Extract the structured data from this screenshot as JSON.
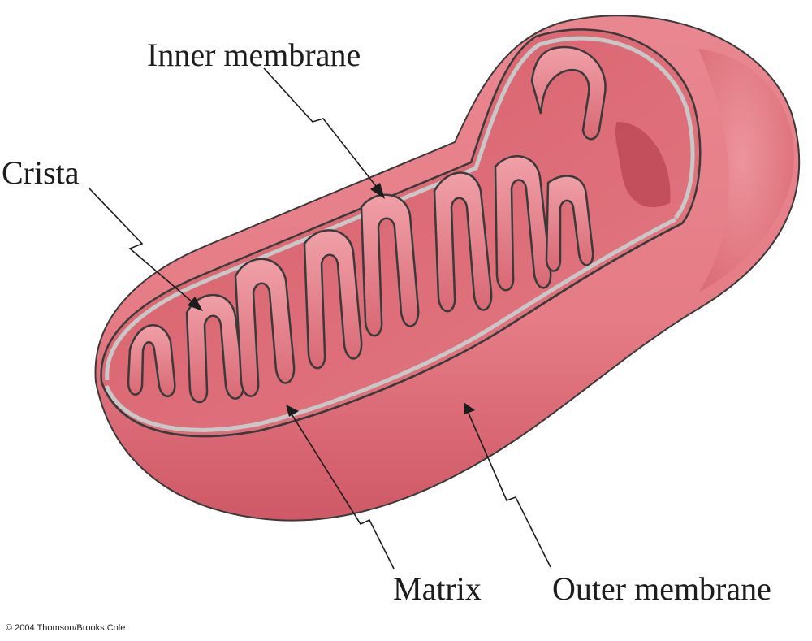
{
  "diagram": {
    "labels": {
      "inner_membrane": "Inner membrane",
      "crista": "Crista",
      "matrix": "Matrix",
      "outer_membrane": "Outer membrane"
    },
    "copyright": "© 2004 Thomson/Brooks Cole"
  },
  "colors": {
    "membrane_pink": "#e57c86",
    "inner_space": "#d9656f",
    "shadow_red": "#b7424e",
    "highlight": "#f4aab0",
    "outline": "#3a3a3a",
    "membrane_gap": "#c8c8c8"
  }
}
